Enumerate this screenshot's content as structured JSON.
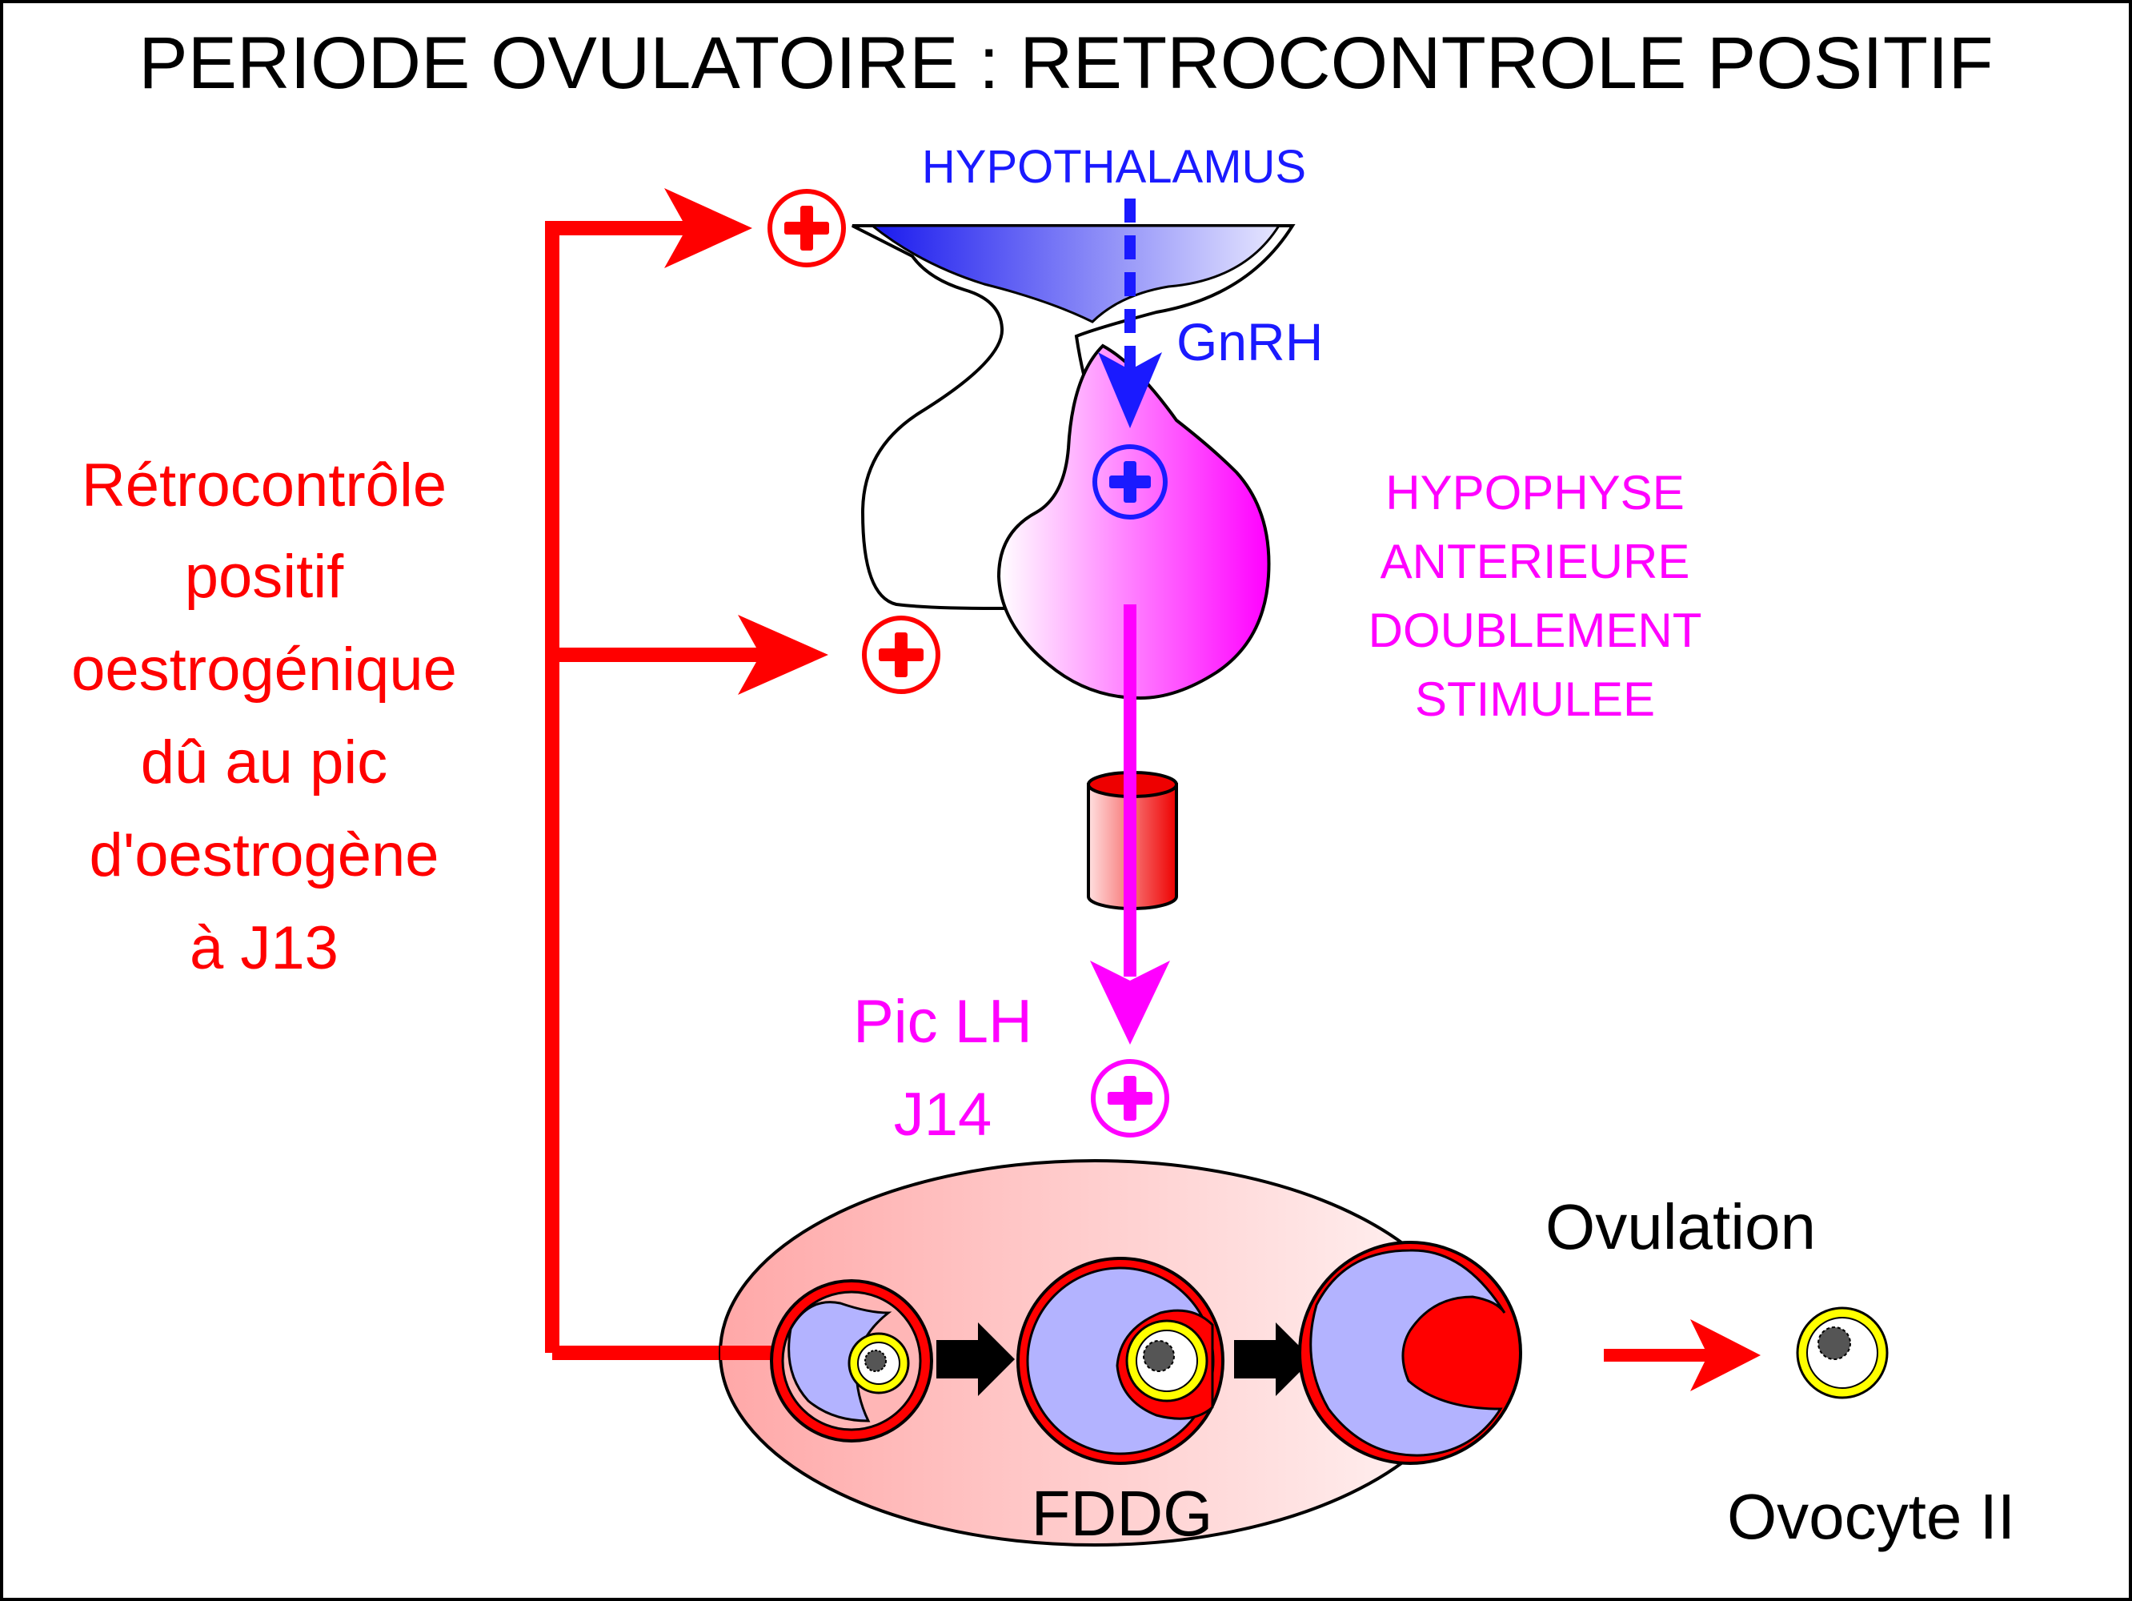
{
  "title": "PERIODE OVULATOIRE : RETROCONTROLE POSITIF",
  "hypothalamus_label": "HYPOTHALAMUS",
  "gnrh_label": "GnRH",
  "hypophyse_label": [
    "HYPOPHYSE",
    "ANTERIEURE",
    "DOUBLEMENT",
    "STIMULEE"
  ],
  "feedback_label": [
    "Rétrocontrôle",
    "positif",
    "oestrogénique",
    "dû au pic",
    "d'oestrogène",
    "à J13"
  ],
  "lh_label": [
    "Pic LH",
    "J14"
  ],
  "ovary_label": "FDDG",
  "ovulation_label": "Ovulation",
  "oocyte_label": "Ovocyte II",
  "colors": {
    "feedback": "#ff0000",
    "hypothalamus": "#1a1aff",
    "hypophyse": "#ff00ff",
    "text": "#000000",
    "cavity": "#b3b3ff",
    "zona": "#ffff00"
  }
}
